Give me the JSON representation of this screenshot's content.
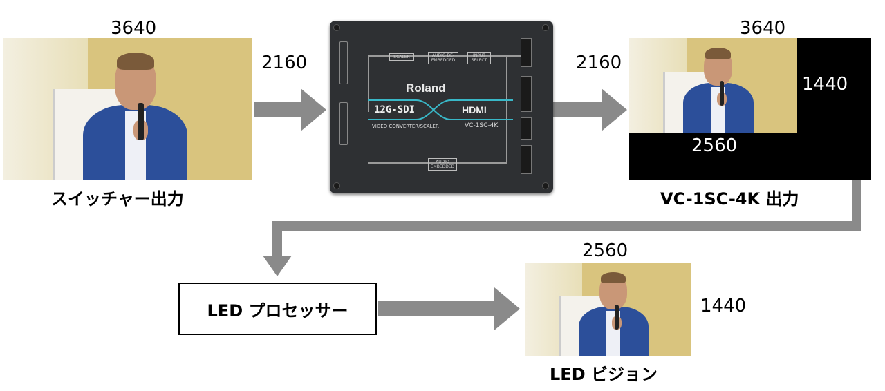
{
  "switcher": {
    "width_label": "3640",
    "height_label": "2160",
    "caption": "スイッチャー出力"
  },
  "device": {
    "brand": "Roland",
    "left_text": "12G-SDI",
    "right_text": "HDMI",
    "subtitle": "VIDEO CONVERTER/SCALER",
    "model": "VC-1SC-4K",
    "blocks": [
      "SCALER",
      "AUDIO DE-EMBEDDED",
      "INPUT SELECT",
      "AUDIO EMBEDDED"
    ]
  },
  "vc_output": {
    "width_label": "3640",
    "height_label": "2160",
    "inner_height_label": "1440",
    "inner_width_label": "2560",
    "caption": "VC-1SC-4K 出力"
  },
  "processor": {
    "label": "LED プロセッサー"
  },
  "led_vision": {
    "width_label": "2560",
    "height_label": "1440",
    "caption": "LED ビジョン"
  },
  "colors": {
    "arrow": "#8a8a8a",
    "black_frame": "#000000",
    "device_body": "#2e3033",
    "accent_cyan": "#39b8c8"
  }
}
